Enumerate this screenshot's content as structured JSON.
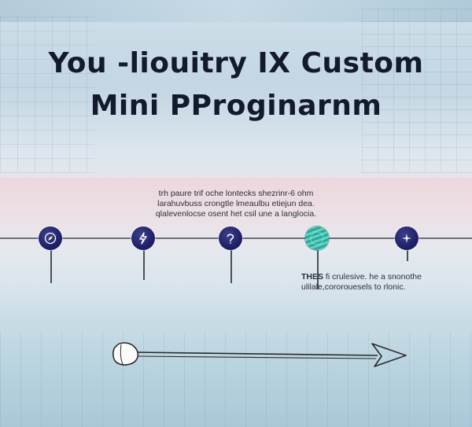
{
  "title": {
    "line1": "You -liouitry IX Custom",
    "line2": "Mini PProginarnm"
  },
  "paragraph_top": {
    "line1": "trh  paure trif oche lontecks shezrinr-6 ohm",
    "line2": "larahuvbuss crongtle lmeaulbu etiejun dea.",
    "line3": "qlalevenlocse osent het  csil une  a langlocia."
  },
  "paragraph_right": {
    "bold": "THES",
    "line1_rest": " fi crulesive. he  a snonothe",
    "line2": "ulilale,cororouesels to rlonic."
  },
  "timeline": {
    "nodes": [
      {
        "icon": "compass-icon",
        "color": "#1f2168"
      },
      {
        "icon": "lightning-icon",
        "color": "#1f2168"
      },
      {
        "icon": "question-mark-icon",
        "color": "#1f2168"
      },
      {
        "icon": "striped-sphere-icon",
        "color": "#2aa89a"
      },
      {
        "icon": "sparkle-icon",
        "color": "#1f2168"
      }
    ]
  },
  "colors": {
    "title": "#141a2e",
    "node_navy": "#1f2168",
    "node_teal": "#2aa89a",
    "line": "#6b6f78"
  }
}
